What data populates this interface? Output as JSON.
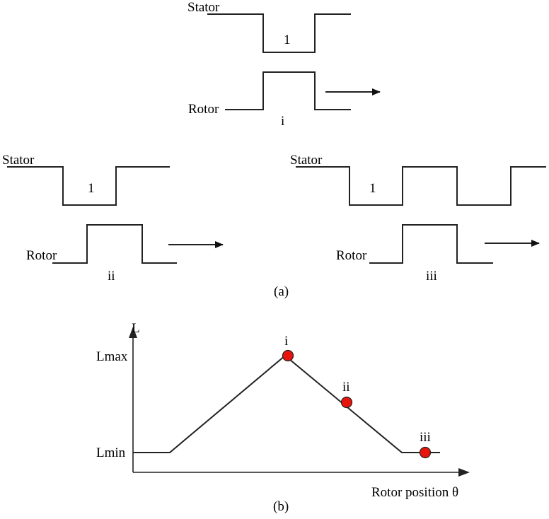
{
  "panel_a": {
    "caption": "(a)",
    "stator_label": "Stator",
    "rotor_label": "Rotor",
    "slot_number": "1",
    "case_i": "i",
    "case_ii": "ii",
    "case_iii": "iii"
  },
  "panel_b": {
    "caption": "(b)",
    "y_axis_label": "L",
    "lmax_label": "Lmax",
    "lmin_label": "Lmin",
    "x_axis_label": "Rotor position θ",
    "point_i": "i",
    "point_ii": "ii",
    "point_iii": "iii",
    "marker_color": "#e8140c"
  }
}
